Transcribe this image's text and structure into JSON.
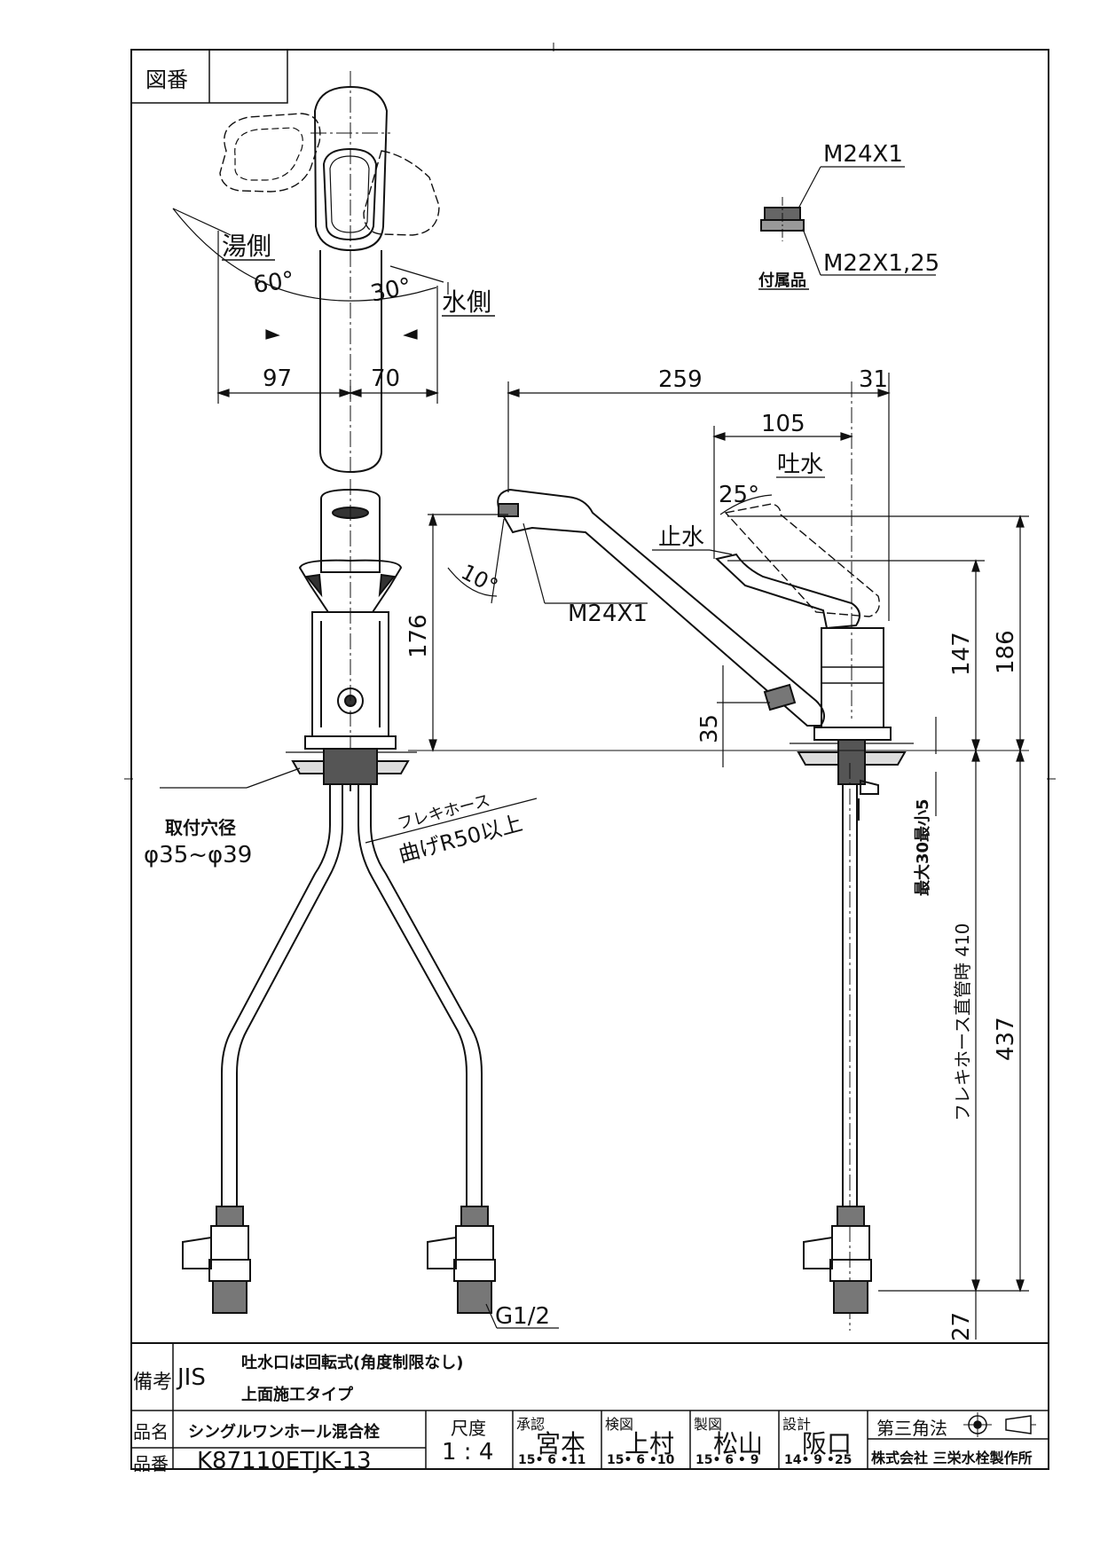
{
  "title_block": {
    "zuban_label": "図番",
    "biko_label": "備考",
    "biko_code": "JIS",
    "note1": "吐水口は回転式(角度制限なし)",
    "note2": "上面施工タイプ",
    "hinmei_label": "品名",
    "hinmei": "シングルワンホール混合栓",
    "hinban_label": "品番",
    "hinban": "K87110ETJK-13",
    "scale_label": "尺度",
    "scale": "1 : 4",
    "approvals": [
      {
        "role": "承認",
        "name": "宮本",
        "date": "15• 6 •11"
      },
      {
        "role": "検図",
        "name": "上村",
        "date": "15• 6 •10"
      },
      {
        "role": "製図",
        "name": "松山",
        "date": "15• 6 • 9"
      },
      {
        "role": "設計",
        "name": "阪口",
        "date": "14• 9 •25"
      }
    ],
    "projection": "第三角法",
    "company": "株式会社 三栄水栓製作所"
  },
  "labels": {
    "hot_side": "湯側",
    "cold_side": "水側",
    "angle_60": "60°",
    "angle_30": "30°",
    "dim_97": "97",
    "dim_70": "70",
    "dim_259": "259",
    "dim_31": "31",
    "dim_105": "105",
    "angle_25": "25°",
    "spout_water": "吐水",
    "stop_water": "止水",
    "angle_10": "10°",
    "thread_m24_spout": "M24X1",
    "thread_m24": "M24X1",
    "thread_m22": "M22X1,25",
    "accessory": "付属品",
    "dim_176": "176",
    "dim_35": "35",
    "dim_147": "147",
    "dim_186": "186",
    "mount_hole_label": "取付穴径",
    "mount_hole_value": "φ35~φ39",
    "flex_hose": "フレキホース",
    "bend_radius": "曲げR50以上",
    "max_min": "最大30最小5",
    "flex_straight": "フレキホース直管時 410",
    "dim_437": "437",
    "dim_27": "27",
    "thread_g12": "G1/2"
  }
}
